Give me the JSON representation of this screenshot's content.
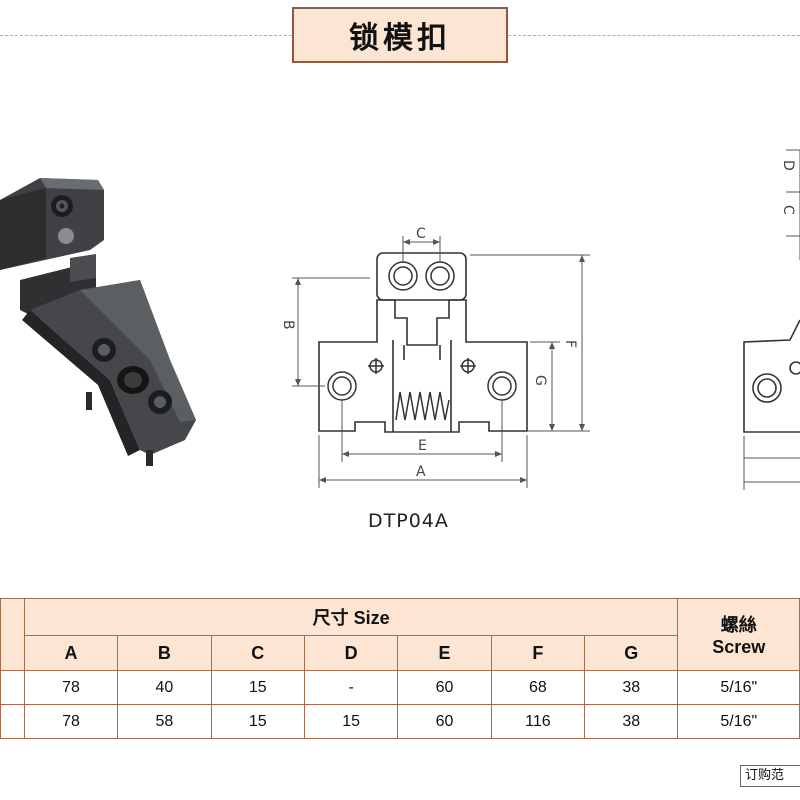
{
  "title": "锁模扣",
  "drawing_label": "DTP04A",
  "dimension_labels": {
    "a": "A",
    "b": "B",
    "c": "C",
    "d": "D",
    "e": "E",
    "f": "F",
    "g": "G"
  },
  "table": {
    "group_header": "尺寸 Size",
    "screw_header_cn": "螺絲",
    "screw_header_en": "Screw",
    "columns": [
      "A",
      "B",
      "C",
      "D",
      "E",
      "F",
      "G"
    ],
    "rows": [
      {
        "values": [
          "78",
          "40",
          "15",
          "-",
          "60",
          "68",
          "38"
        ],
        "screw": "5/16\""
      },
      {
        "values": [
          "78",
          "58",
          "15",
          "15",
          "60",
          "116",
          "38"
        ],
        "screw": "5/16\""
      }
    ]
  },
  "order_note": "订购范",
  "colors": {
    "accent_fill": "#fce6d3",
    "accent_border": "#8d5b3f",
    "line": "#333333"
  }
}
